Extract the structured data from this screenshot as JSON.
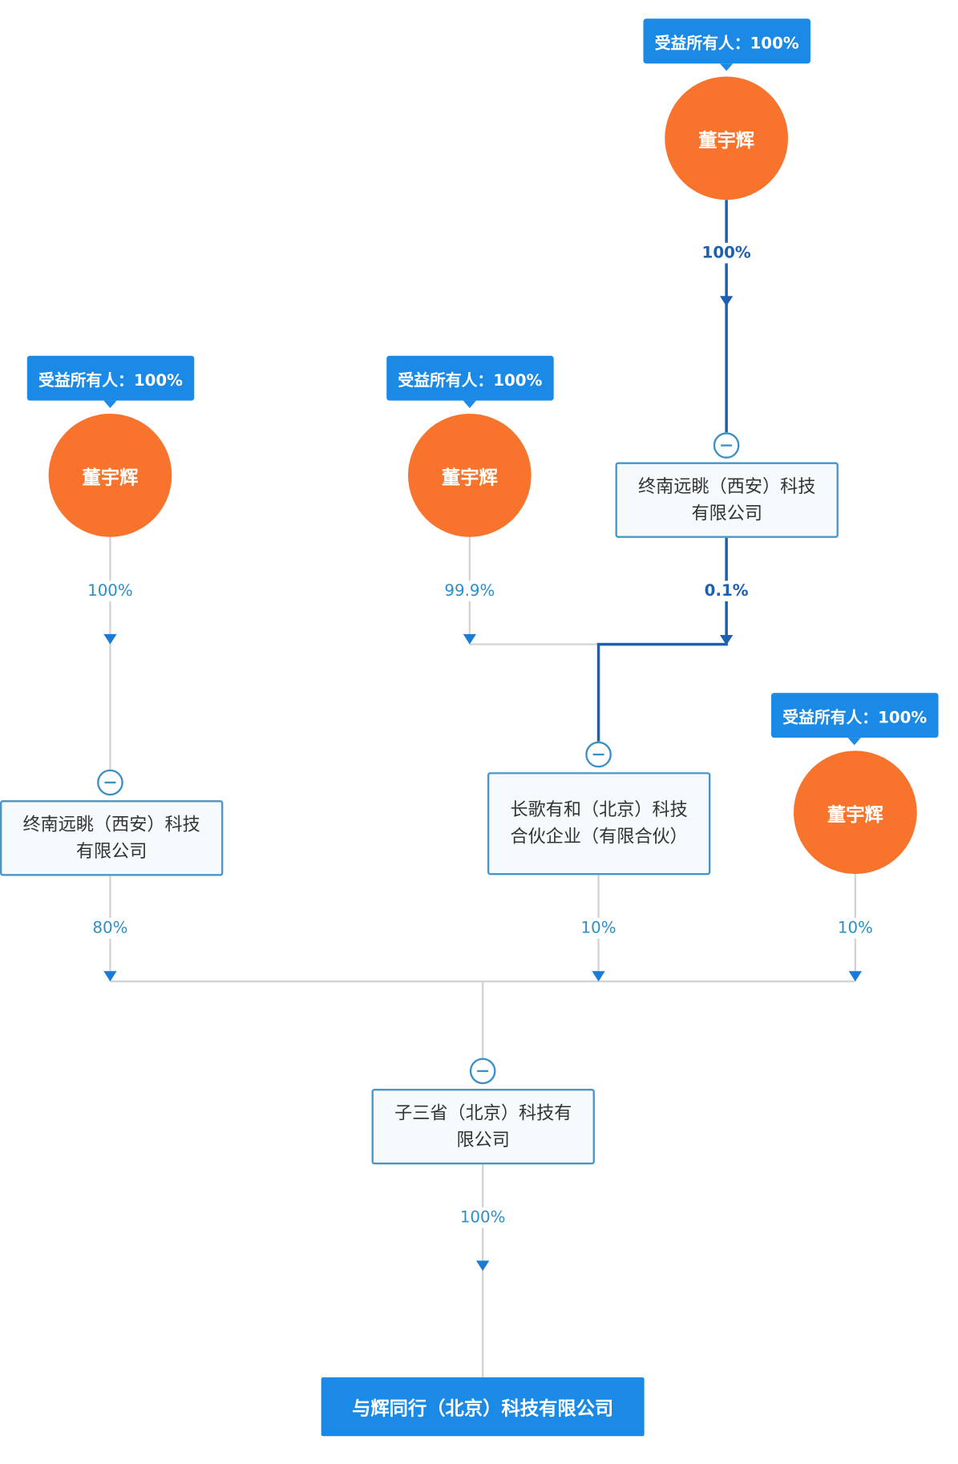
{
  "badges": {
    "top": "受益所有人：100%",
    "left": "受益所有人：100%",
    "middle": "受益所有人：100%",
    "right": "受益所有人：100%"
  },
  "persons": {
    "top": "董宇辉",
    "left": "董宇辉",
    "middle": "董宇辉",
    "right": "董宇辉"
  },
  "companies": {
    "zhongnan_top": "终南远眺（西安）科技有限公司",
    "zhongnan_left": "终南远眺（西安）科技有限公司",
    "changge": "长歌有和（北京）科技合伙企业（有限合伙）",
    "zisansheng": "子三省（北京）科技有限公司",
    "target": "与辉同行（北京）科技有限公司"
  },
  "percentages": {
    "top_person_to_zhongnan": "100%",
    "zhongnan_to_changge": "0.1%",
    "left_person_to_zhongnan": "100%",
    "middle_person_to_changge": "99.9%",
    "zhongnan_to_zisansheng": "80%",
    "changge_to_zisansheng": "10%",
    "right_person_to_zisansheng": "10%",
    "zisansheng_to_target": "100%"
  },
  "colors": {
    "badge": "#1a8ae6",
    "person": "#f8732b",
    "highlight_path": "#1d5fb0",
    "line": "#d3d3d3"
  }
}
